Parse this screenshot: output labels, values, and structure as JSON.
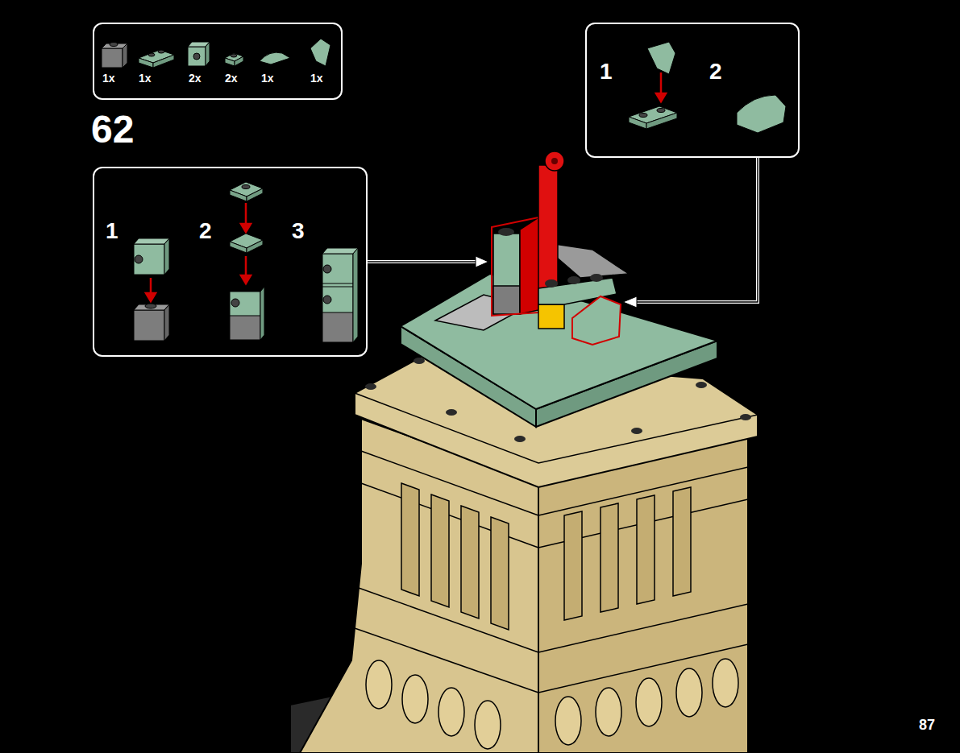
{
  "diagram": {
    "nodes": [
      {
        "text": [
          "1x",
          "1x",
          "2x",
          "2x",
          "1x",
          "1x"
        ]
      },
      {
        "text": [
          "1",
          "2"
        ]
      },
      {
        "text": [
          "1",
          "2",
          "3"
        ]
      }
    ],
    "labels": [
      "62",
      "87"
    ]
  }
}
